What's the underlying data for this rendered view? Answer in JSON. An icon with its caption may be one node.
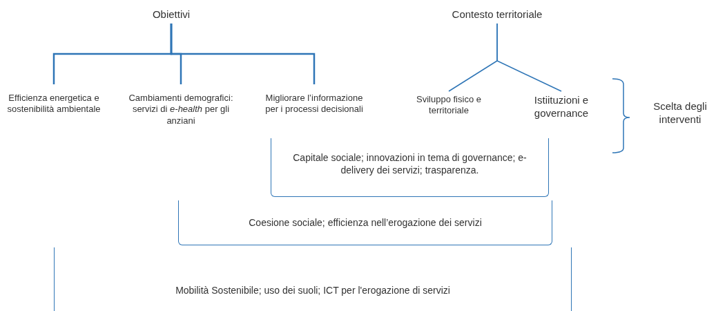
{
  "diagram": {
    "nodes": [
      {
        "text": [
          "Obiettivi"
        ]
      },
      {
        "text": [
          "Efficienza energetica e sostenibilità ambientale"
        ]
      },
      {
        "text": [
          "Cambiamenti demografici: servizi di *e-health* per gli anziani"
        ]
      },
      {
        "text": [
          "Migliorare l’informazione per i processi decisionali"
        ]
      },
      {
        "text": [
          "Contesto territoriale"
        ]
      },
      {
        "text": [
          "Sviluppo fisico e territoriale"
        ]
      },
      {
        "text": [
          "Istiituzioni e governance"
        ]
      },
      {
        "text": [
          "Capitale sociale; innovazioni in tema di governance; e-delivery dei servizi; trasparenza."
        ]
      },
      {
        "text": [
          "Coesione sociale; efficienza nell’erogazione dei servizi"
        ]
      },
      {
        "text": [
          "Mobilità Sostenibile; uso dei suoli; ICT per l'erogazione di servizi"
        ]
      }
    ],
    "edges": [
      {
        "from": 0,
        "to": 1,
        "arrow": "none"
      },
      {
        "from": 0,
        "to": 2,
        "arrow": "none"
      },
      {
        "from": 0,
        "to": 3,
        "arrow": "none"
      },
      {
        "from": 4,
        "to": 5,
        "arrow": "none"
      },
      {
        "from": 4,
        "to": 6,
        "arrow": "none"
      }
    ],
    "labels": [
      "Scelta degli interventi"
    ]
  }
}
